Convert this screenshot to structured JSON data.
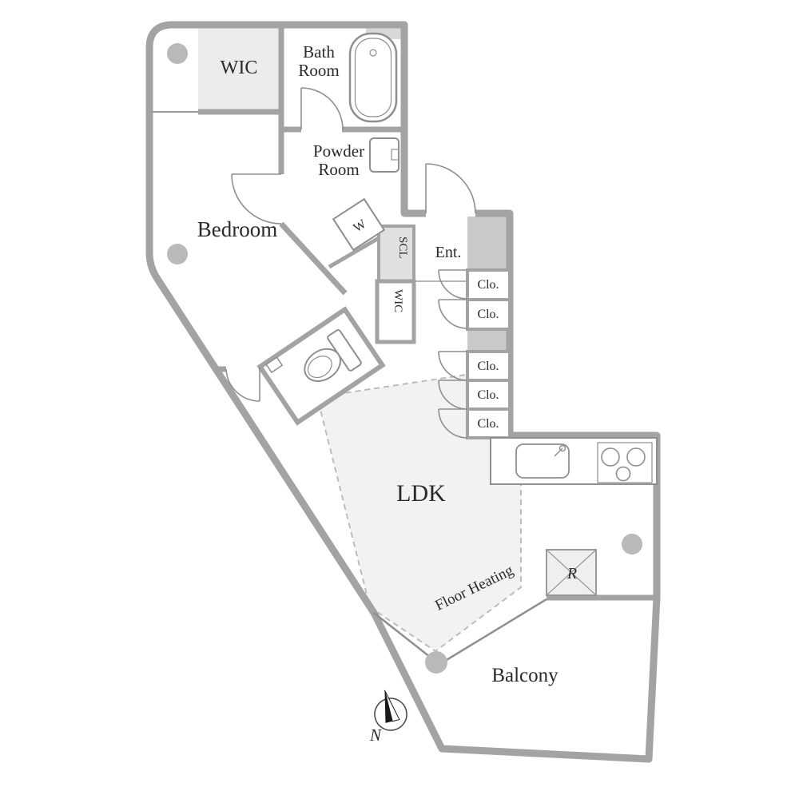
{
  "meta": {
    "type": "apartment-floor-plan"
  },
  "labels": {
    "wic_top": "WIC",
    "bath": {
      "line1": "Bath",
      "line2": "Room"
    },
    "powder": {
      "line1": "Powder",
      "line2": "Room"
    },
    "bedroom": "Bedroom",
    "entrance": "Ent.",
    "scl": "SCL",
    "wic_small": "WIC",
    "washer": "W",
    "closets": [
      "Clo.",
      "Clo.",
      "Clo.",
      "Clo.",
      "Clo."
    ],
    "ldk": "LDK",
    "floor_heating": "Floor Heating",
    "refrigerator": "R",
    "balcony": "Balcony",
    "north": "N"
  },
  "colors": {
    "wall": "#a3a3a3",
    "fixture_line": "#8f8f8f",
    "room_fill_light": "#ececec",
    "scl_fill": "#e0e0e0",
    "shaft_fill": "#c9c9c9",
    "floor_heating_fill": "#f2f2f2",
    "column_fill": "#b9b9b9",
    "text": "#2a2a2a"
  }
}
